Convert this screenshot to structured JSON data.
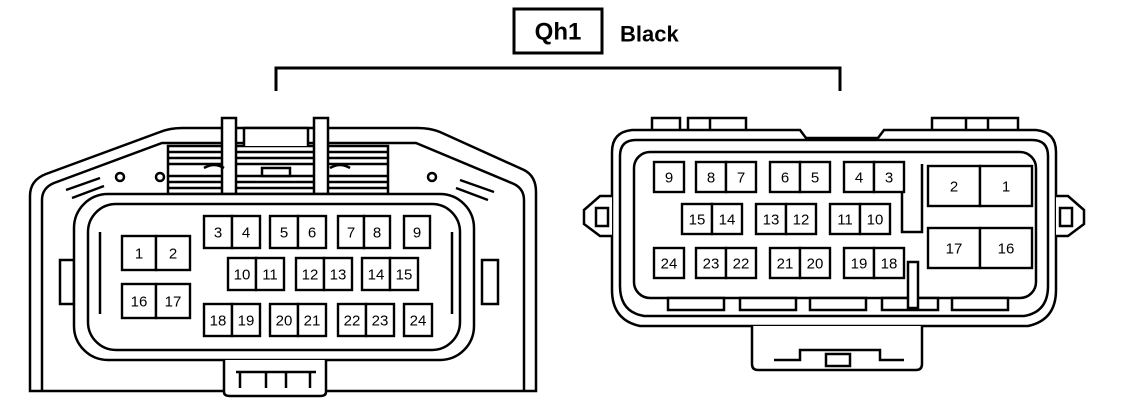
{
  "connector": {
    "id": "Qh1",
    "color": "Black"
  },
  "left_connector": {
    "pins": [
      "1",
      "2",
      "16",
      "17",
      "3",
      "4",
      "5",
      "6",
      "7",
      "8",
      "9",
      "10",
      "11",
      "12",
      "13",
      "14",
      "15",
      "18",
      "19",
      "20",
      "21",
      "22",
      "23",
      "24"
    ]
  },
  "right_connector": {
    "pins": [
      "9",
      "8",
      "7",
      "6",
      "5",
      "4",
      "3",
      "2",
      "1",
      "15",
      "14",
      "13",
      "12",
      "11",
      "10",
      "17",
      "16",
      "24",
      "23",
      "22",
      "21",
      "20",
      "19",
      "18"
    ]
  }
}
